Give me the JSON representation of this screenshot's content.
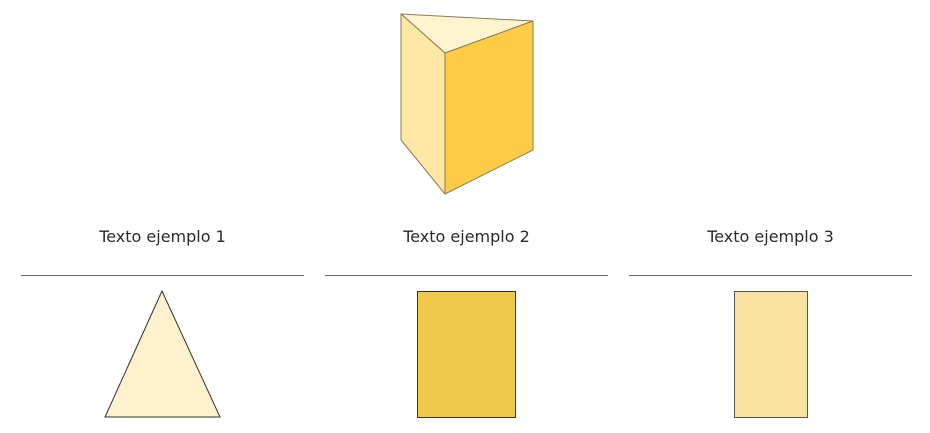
{
  "prism": {
    "name": "triangular-prism",
    "colors": {
      "left_face": "#FFE7A6",
      "front_face": "#FFCC47",
      "top_face": "#FFF3D0",
      "stroke": "#8a7d55"
    }
  },
  "columns": [
    {
      "caption": "Texto ejemplo 1",
      "shape": "triangle",
      "fill": "#FFF1CE",
      "stroke": "#333333"
    },
    {
      "caption": "Texto ejemplo 2",
      "shape": "rectangle",
      "fill": "#EFCA4A",
      "stroke": "#333333"
    },
    {
      "caption": "Texto ejemplo 3",
      "shape": "narrow-rectangle",
      "fill": "#F8E3A0",
      "stroke": "#555555"
    }
  ]
}
